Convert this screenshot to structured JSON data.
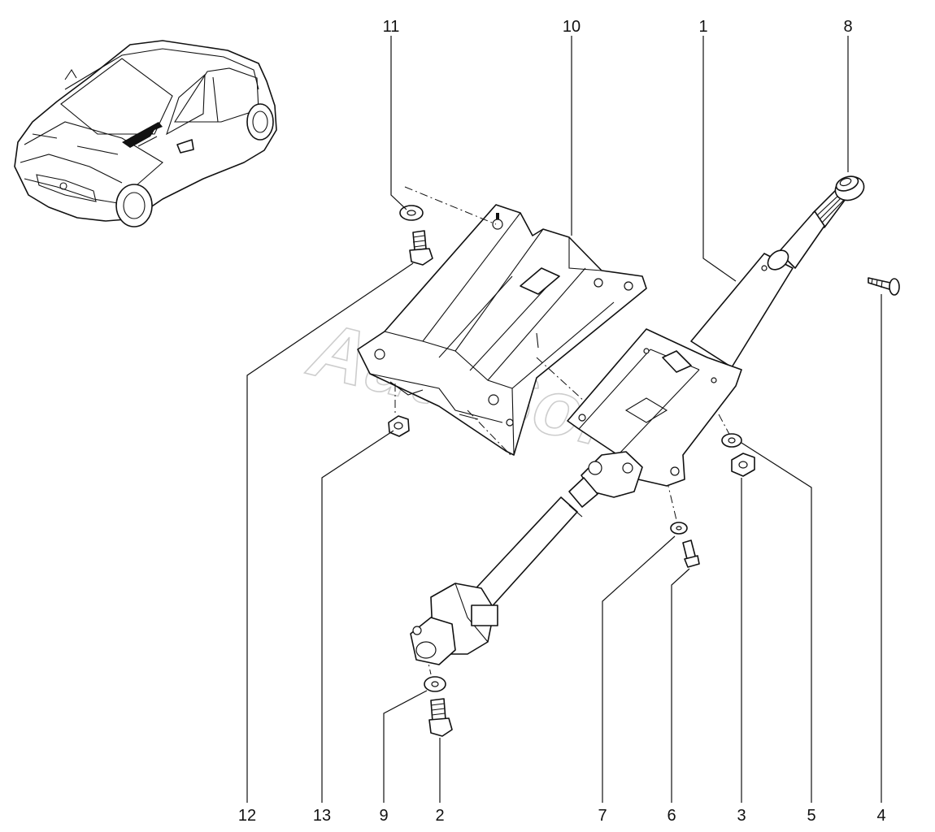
{
  "callouts": {
    "c1": "1",
    "c2": "2",
    "c3": "3",
    "c4": "4",
    "c5": "5",
    "c6": "6",
    "c7": "7",
    "c8": "8",
    "c9": "9",
    "c10": "10",
    "c11": "11",
    "c12": "12",
    "c13": "13"
  },
  "watermark": "AutoSoft"
}
